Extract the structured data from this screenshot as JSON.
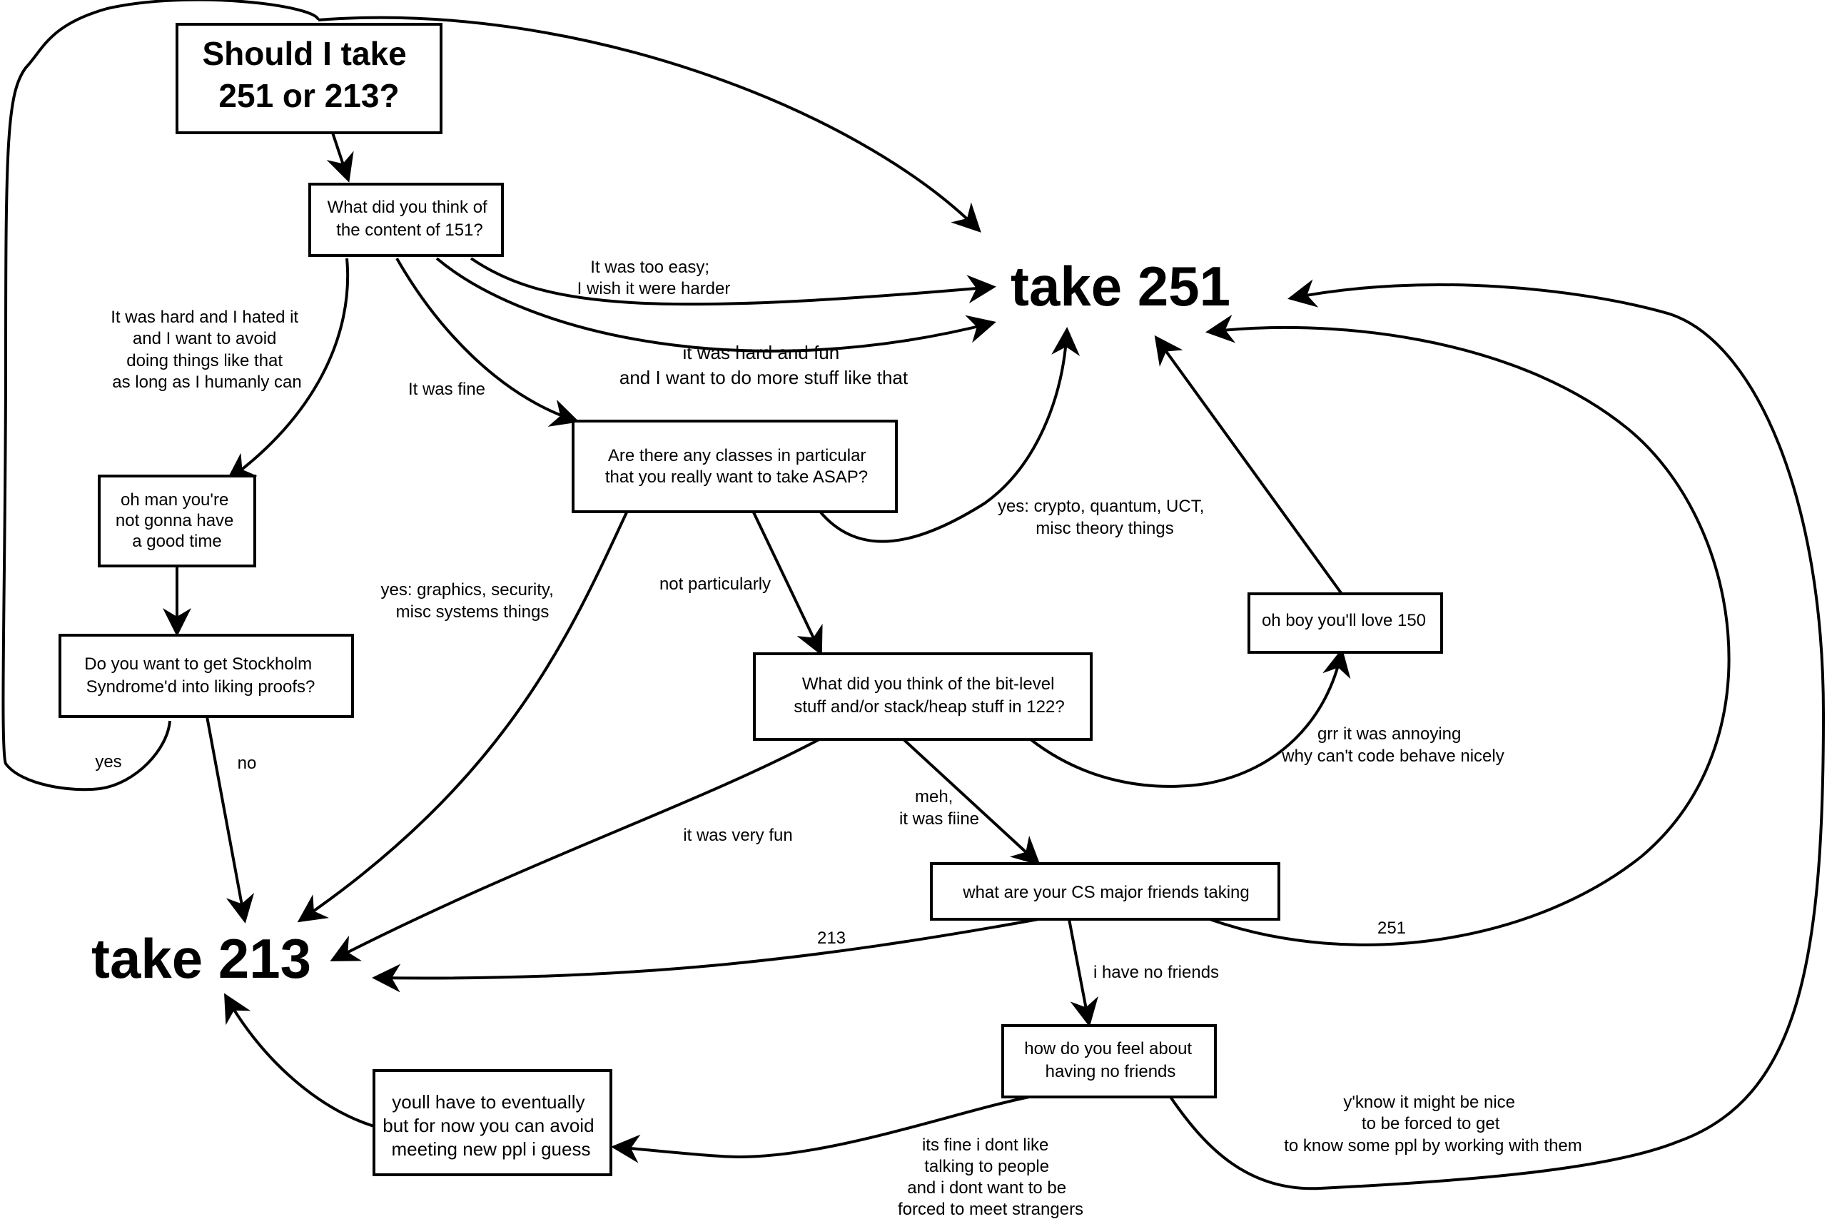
{
  "nodes": {
    "start": [
      "Should I take",
      "251 or 213?"
    ],
    "q151": [
      "What did you think of",
      "the content of 151?"
    ],
    "bad_time": [
      "oh man you're",
      "not gonna have",
      "a good time"
    ],
    "stockholm": [
      "Do you want to get Stockholm",
      "Syndrome'd into liking proofs?"
    ],
    "classes": [
      "Are there any classes in particular",
      "that you really want to take ASAP?"
    ],
    "q122": [
      "What did you think of the bit-level",
      "stuff and/or stack/heap stuff in 122?"
    ],
    "love150": [
      "oh boy you'll love 150"
    ],
    "friends": [
      "what are your CS major friends taking"
    ],
    "nofriends": [
      "how do you feel about",
      "having no friends"
    ],
    "avoid": [
      "youll have to eventually",
      "but for now you can avoid",
      "meeting new ppl i guess"
    ],
    "take251": [
      "take 251"
    ],
    "take213": [
      "take 213"
    ]
  },
  "edge_labels": {
    "too_easy": [
      "It was too easy;",
      "I wish it were harder"
    ],
    "hard_fun": [
      "it was hard and fun",
      "and I want to do more stuff like that"
    ],
    "hard_hated": [
      "It was hard and I hated it",
      "and I want to avoid",
      "doing things like that",
      "as long as I humanly can"
    ],
    "fine": [
      "It was fine"
    ],
    "theory": [
      "yes: crypto, quantum, UCT,",
      "misc theory things"
    ],
    "systems": [
      "yes: graphics, security,",
      "misc systems things"
    ],
    "not_particularly": [
      "not particularly"
    ],
    "yes": [
      "yes"
    ],
    "no": [
      "no"
    ],
    "very_fun": [
      "it was very fun"
    ],
    "meh": [
      "meh,",
      "it was fiine"
    ],
    "annoying": [
      "grr it was annoying",
      "why can't code behave nicely"
    ],
    "f213": [
      "213"
    ],
    "f251": [
      "251"
    ],
    "no_friends": [
      "i have no friends"
    ],
    "dont_like": [
      "its fine i dont like",
      "talking to people",
      "and i dont want to be",
      "forced to meet strangers"
    ],
    "might_be_nice": [
      "y'know it might be nice",
      "to be forced to get",
      "to know some ppl by working with them"
    ]
  }
}
